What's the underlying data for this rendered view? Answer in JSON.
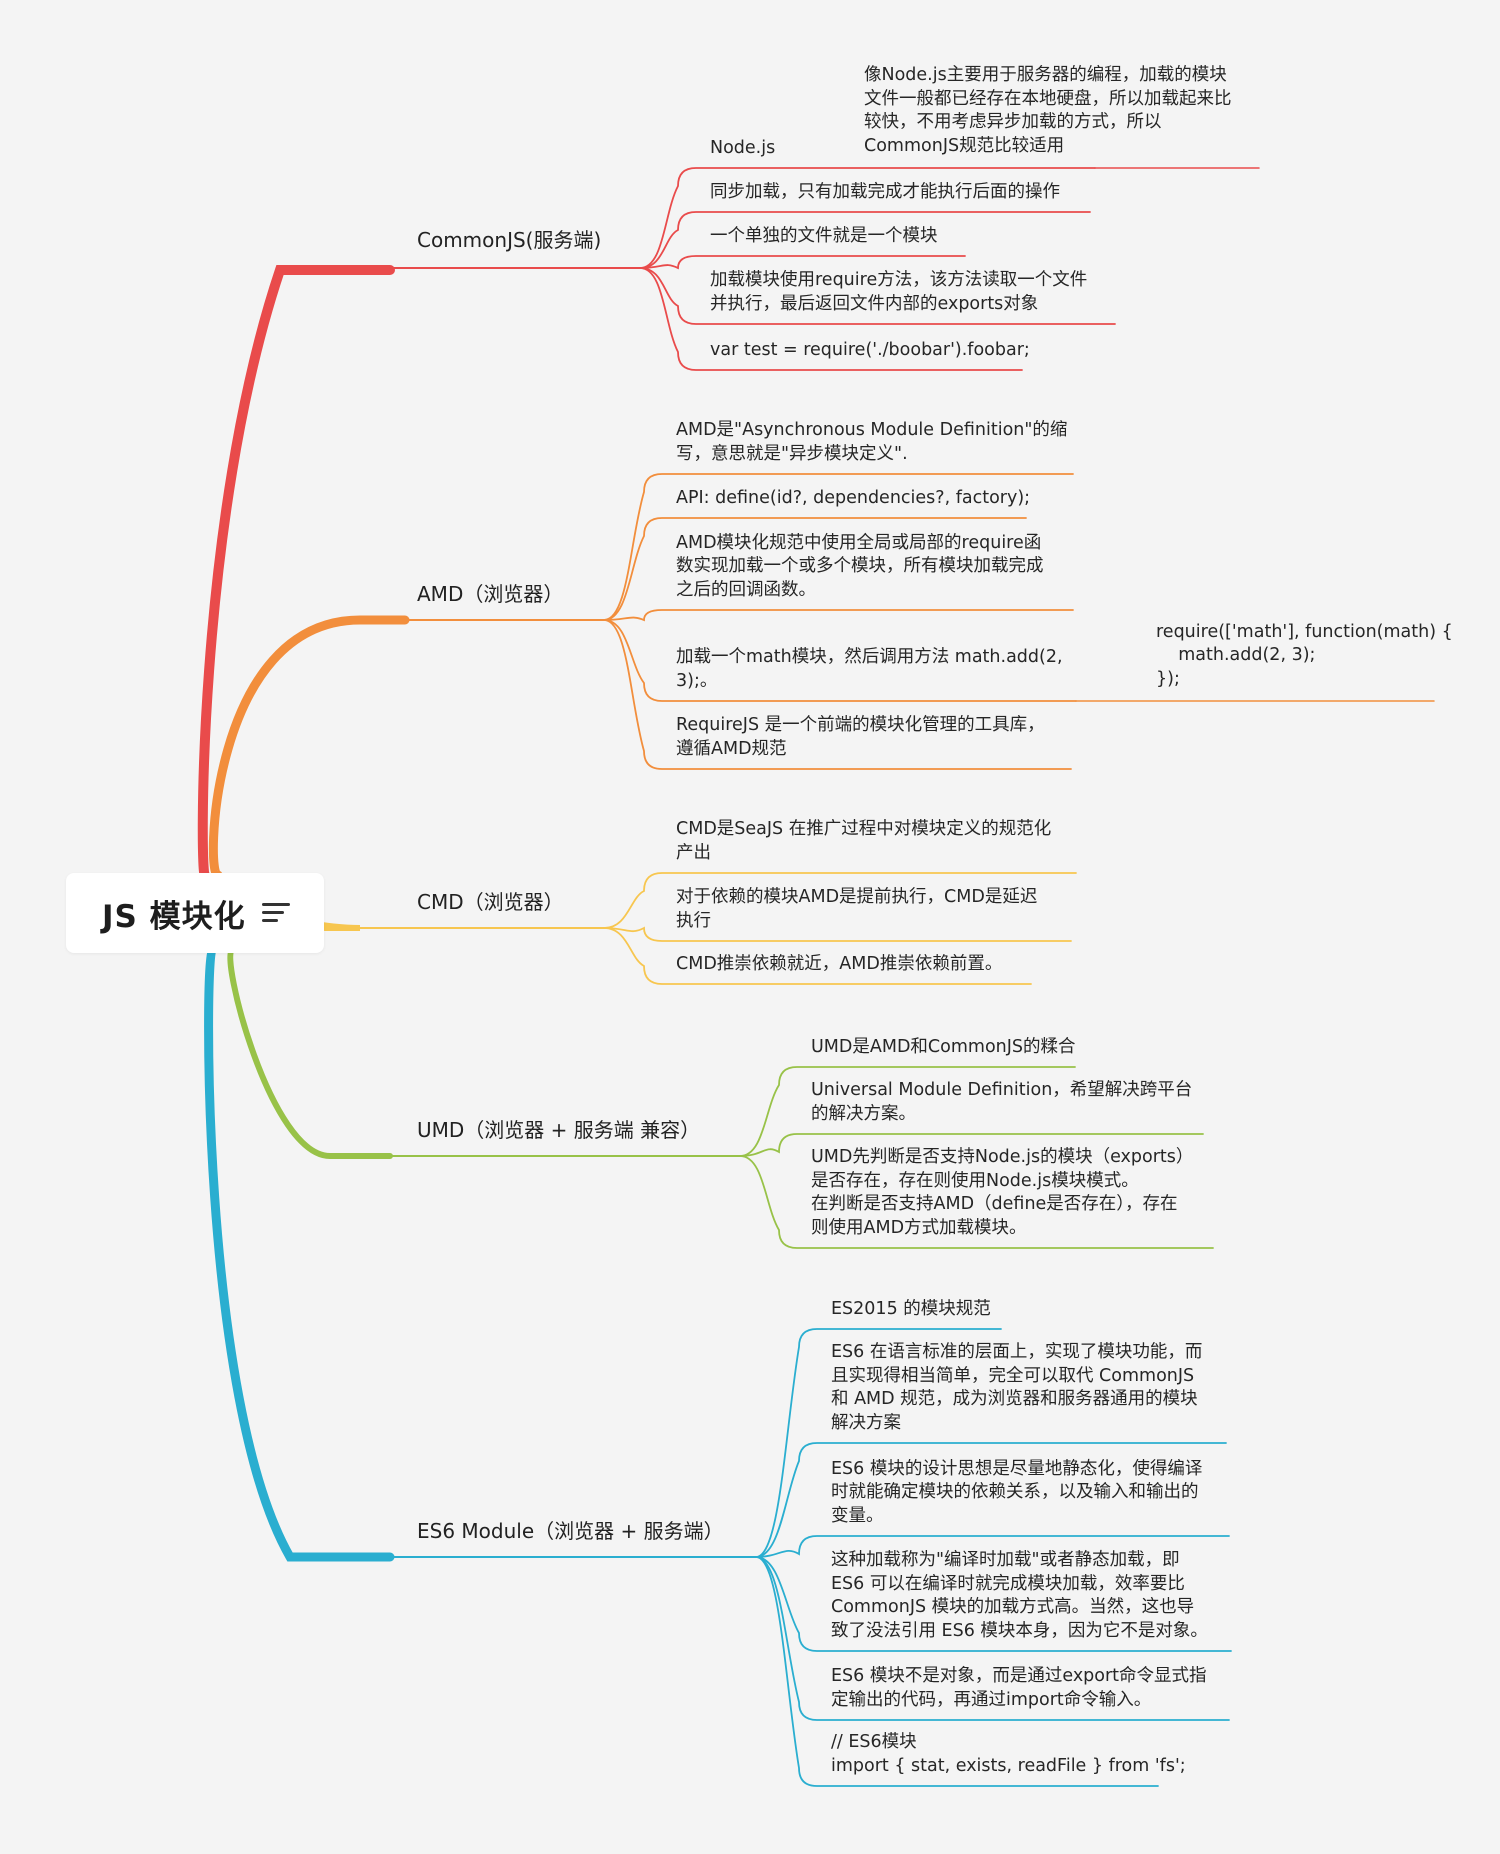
{
  "root": {
    "title": "JS 模块化",
    "icon": "menu-lines-icon"
  },
  "colors": {
    "commonjs": "#e94b4b",
    "amd": "#f28e3c",
    "cmd": "#f7c64f",
    "umd": "#98c248",
    "es6": "#2aaed0"
  },
  "branches": {
    "commonjs": {
      "label": "CommonJS(服务端)",
      "leaves": [
        "Node.js",
        "同步加载，只有加载完成才能执行后面的操作",
        "一个单独的文件就是一个模块",
        "加载模块使用require方法，该方法读取一个文件\n并执行，最后返回文件内部的exports对象",
        "var test = require('./boobar').foobar;"
      ],
      "nodejs_note": "像Node.js主要用于服务器的编程，加载的模块\n文件一般都已经存在本地硬盘，所以加载起来比\n较快，不用考虑异步加载的方式，所以\nCommonJS规范比较适用"
    },
    "amd": {
      "label": "AMD（浏览器）",
      "leaves": [
        "AMD是\"Asynchronous Module Definition\"的缩\n写，意思就是\"异步模块定义\".",
        "API: define(id?, dependencies?, factory);",
        "AMD模块化规范中使用全局或局部的require函\n数实现加载一个或多个模块，所有模块加载完成\n之后的回调函数。",
        "加载一个math模块，然后调用方法 math.add(2,\n3);。",
        "RequireJS 是一个前端的模块化管理的工具库，\n遵循AMD规范"
      ],
      "math_code": "require(['math'], function(math) {\n    math.add(2, 3);\n});"
    },
    "cmd": {
      "label": "CMD（浏览器）",
      "leaves": [
        "CMD是SeaJS 在推广过程中对模块定义的规范化\n产出",
        "对于依赖的模块AMD是提前执行，CMD是延迟\n执行",
        "CMD推崇依赖就近，AMD推崇依赖前置。"
      ]
    },
    "umd": {
      "label": "UMD（浏览器 + 服务端 兼容）",
      "leaves": [
        "UMD是AMD和CommonJS的糅合",
        "Universal Module Definition，希望解决跨平台\n的解决方案。",
        "UMD先判断是否支持Node.js的模块（exports）\n是否存在，存在则使用Node.js模块模式。\n在判断是否支持AMD（define是否存在），存在\n则使用AMD方式加载模块。"
      ]
    },
    "es6": {
      "label": "ES6 Module（浏览器 + 服务端）",
      "leaves": [
        "ES2015 的模块规范",
        "ES6 在语言标准的层面上，实现了模块功能，而\n且实现得相当简单，完全可以取代 CommonJS\n和 AMD 规范，成为浏览器和服务器通用的模块\n解决方案",
        "ES6 模块的设计思想是尽量地静态化，使得编译\n时就能确定模块的依赖关系，以及输入和输出的\n变量。",
        "这种加载称为\"编译时加载\"或者静态加载，即\nES6 可以在编译时就完成模块加载，效率要比\nCommonJS 模块的加载方式高。当然，这也导\n致了没法引用 ES6 模块本身，因为它不是对象。",
        "ES6 模块不是对象，而是通过export命令显式指\n定输出的代码，再通过import命令输入。",
        "// ES6模块\nimport { stat, exists, readFile } from 'fs';"
      ]
    }
  }
}
